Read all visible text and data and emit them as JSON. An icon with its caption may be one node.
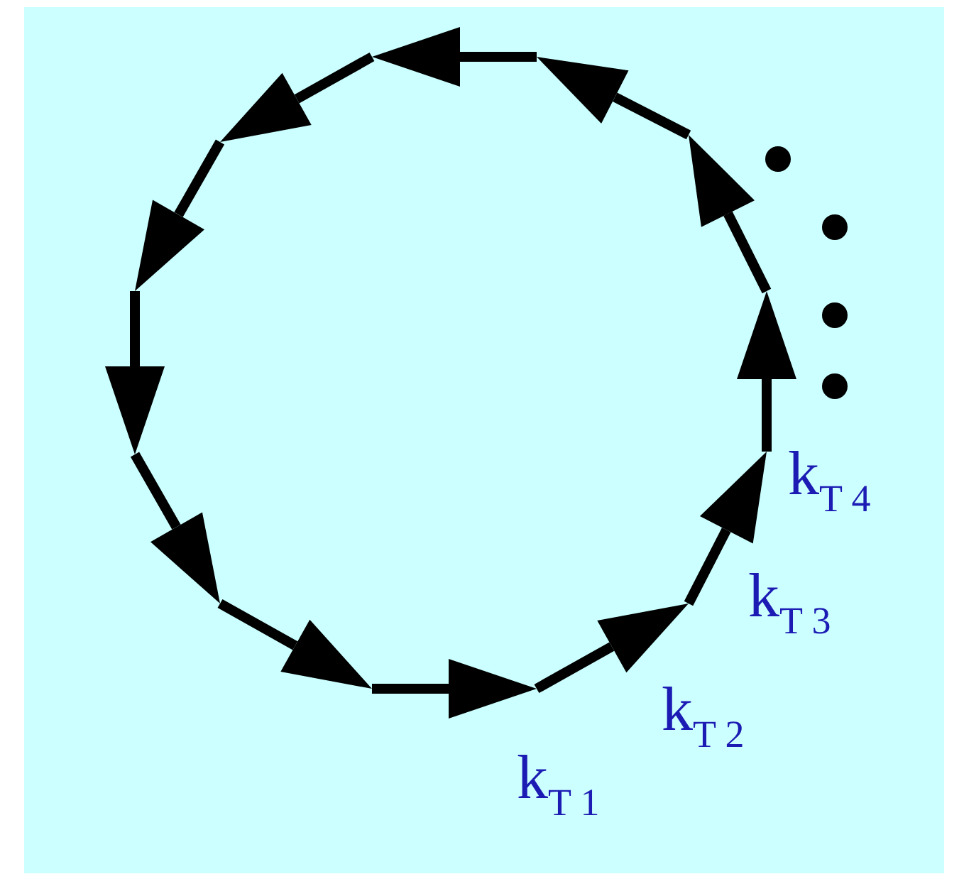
{
  "diagram": {
    "labels": [
      "k$_{T 1}$",
      "k$_{T 2}$",
      "k$_{T 3}$",
      "k$_{T 4}$"
    ]
  }
}
